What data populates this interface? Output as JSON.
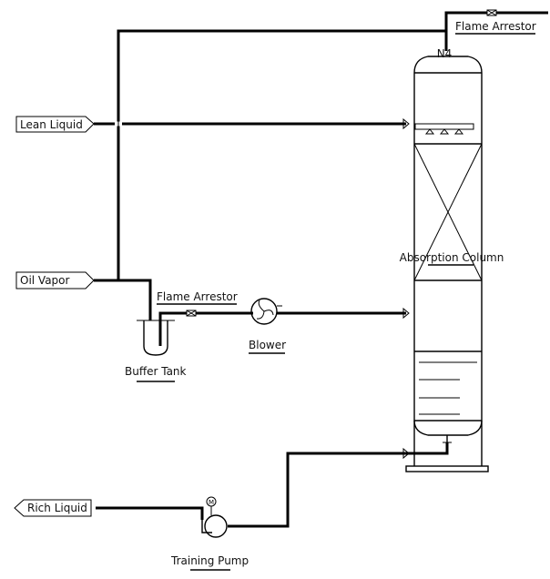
{
  "labels": {
    "lean_liquid": "Lean Liquid",
    "oil_vapor": "Oil Vapor",
    "rich_liquid": "Rich Liquid",
    "flame_arrestor_top": "Flame Arrestor",
    "flame_arrestor_mid": "Flame Arrestor",
    "absorption_column": "Absorption Column",
    "blower": "Blower",
    "buffer_tank": "Buffer Tank",
    "training_pump": "Training Pump",
    "nozzle_tag": "N4",
    "motor_tag": "M"
  }
}
